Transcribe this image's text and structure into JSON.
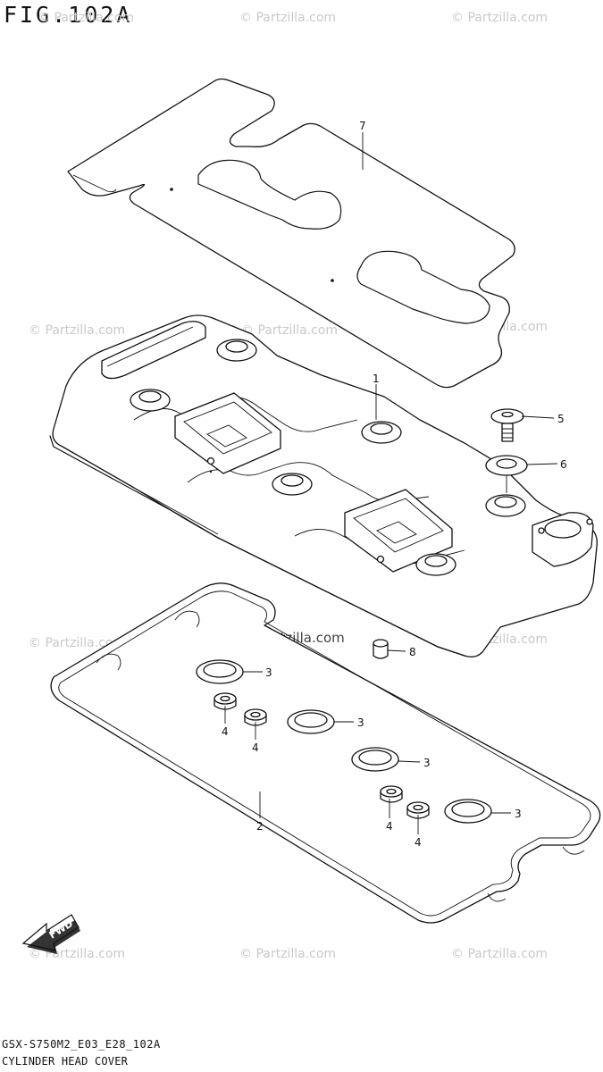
{
  "figure": {
    "title": "FIG.102A",
    "code": "GSX-S750M2_E03_E28_102A",
    "name": "CYLINDER HEAD COVER"
  },
  "watermarks": [
    {
      "text": "© Partzilla.com",
      "style": "light"
    },
    {
      "text": "© Partzilla.com",
      "style": "light"
    },
    {
      "text": "© Partzilla.com",
      "style": "light"
    },
    {
      "text": "© Partzilla.com",
      "style": "light"
    },
    {
      "text": "© Partzilla.com",
      "style": "light"
    },
    {
      "text": "© Partzilla.com",
      "style": "light"
    },
    {
      "text": "© Partzilla.com",
      "style": "light"
    },
    {
      "text": "© Partzilla.com",
      "style": "dark"
    },
    {
      "text": "© Partzilla.com",
      "style": "light"
    },
    {
      "text": "© Partzilla.com",
      "style": "light"
    },
    {
      "text": "© Partzilla.com",
      "style": "light"
    },
    {
      "text": "© Partzilla.com",
      "style": "light"
    }
  ],
  "callouts": [
    "7",
    "1",
    "5",
    "6",
    "8",
    "3",
    "3",
    "3",
    "3",
    "4",
    "4",
    "4",
    "4",
    "2"
  ],
  "fwd_label": "FWD"
}
